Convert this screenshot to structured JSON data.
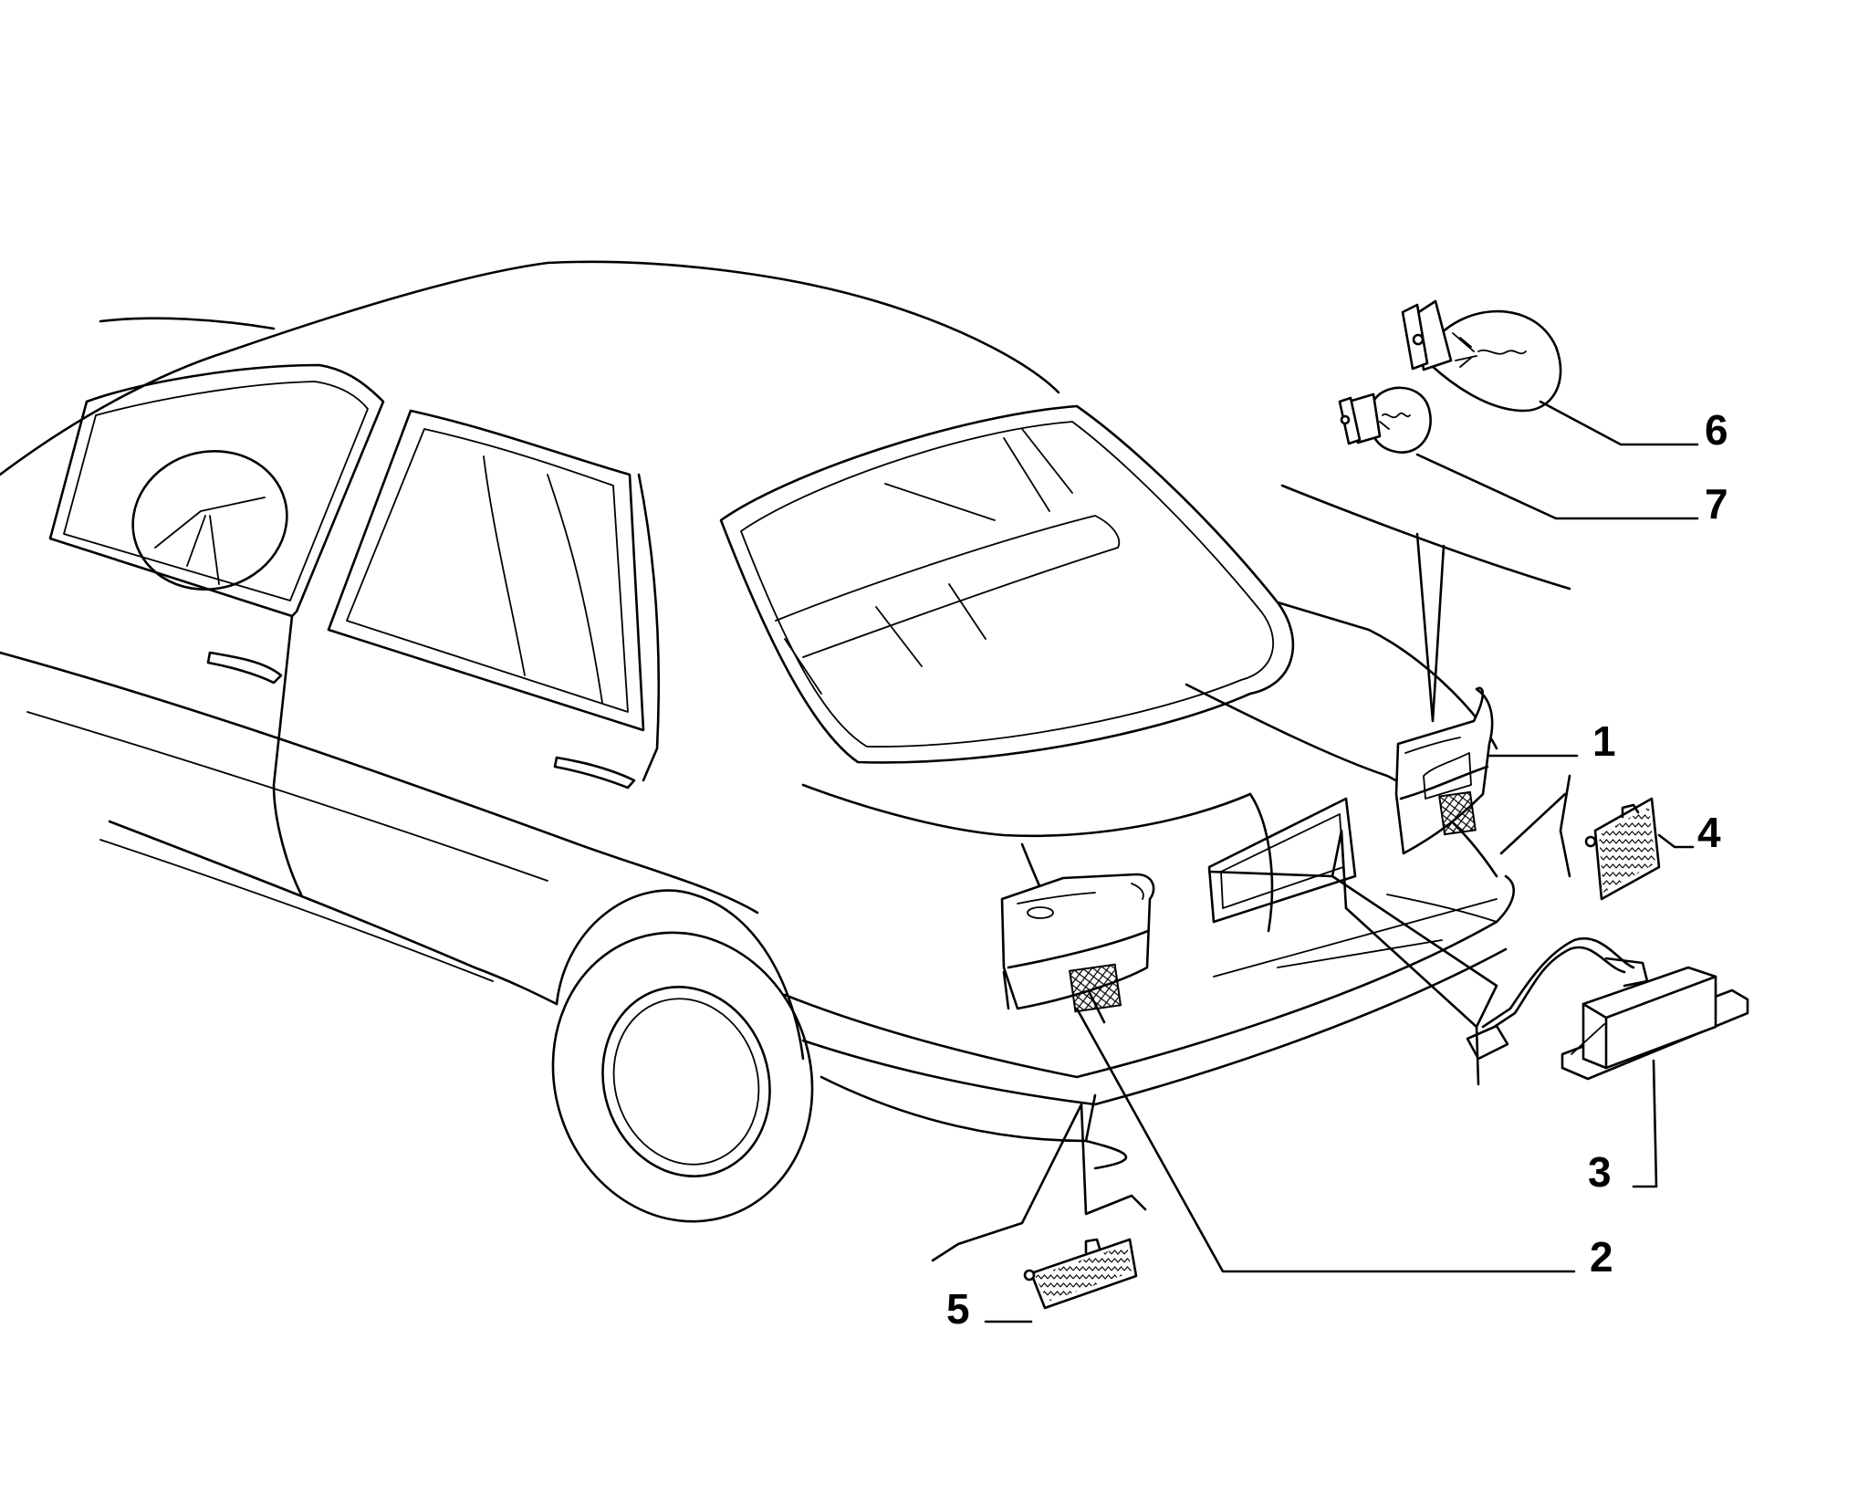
{
  "callouts": {
    "c1": "1",
    "c2": "2",
    "c3": "3",
    "c4": "4",
    "c5": "5",
    "c6": "6",
    "c7": "7"
  },
  "parts": [
    {
      "callout": "1",
      "icon": "right-tail-light-icon"
    },
    {
      "callout": "2",
      "icon": "left-tail-light-icon"
    },
    {
      "callout": "3",
      "icon": "license-plate-lamp-icon"
    },
    {
      "callout": "4",
      "icon": "right-reflector-icon"
    },
    {
      "callout": "5",
      "icon": "left-reflector-icon"
    },
    {
      "callout": "6",
      "icon": "large-bulb-icon"
    },
    {
      "callout": "7",
      "icon": "small-bulb-icon"
    }
  ],
  "colors": {
    "line": "#000000",
    "background": "#ffffff"
  }
}
